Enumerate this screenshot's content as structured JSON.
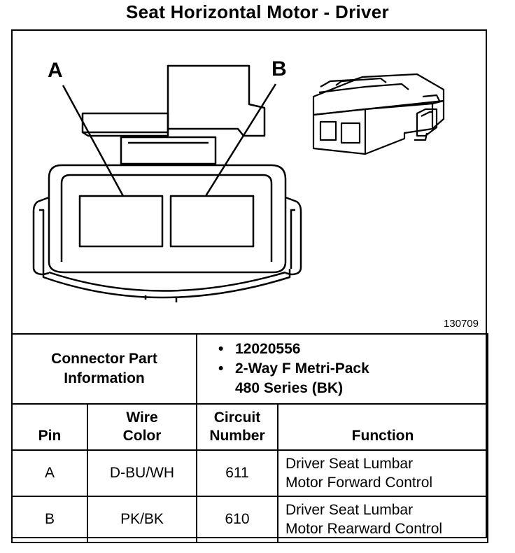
{
  "title": "Seat Horizontal Motor - Driver",
  "figure_number": "130709",
  "pin_labels": {
    "a": "A",
    "b": "B"
  },
  "connector_info": {
    "label_line1": "Connector Part",
    "label_line2": "Information",
    "part_number": "12020556",
    "description_line1": "2-Way F Metri-Pack",
    "description_line2": "480 Series (BK)"
  },
  "table": {
    "headers": {
      "pin": "Pin",
      "wire_color_line1": "Wire",
      "wire_color_line2": "Color",
      "circuit_line1": "Circuit",
      "circuit_line2": "Number",
      "function": "Function"
    },
    "rows": [
      {
        "pin": "A",
        "wire_color": "D-BU/WH",
        "circuit": "611",
        "function_line1": "Driver Seat Lumbar",
        "function_line2": "Motor Forward Control"
      },
      {
        "pin": "B",
        "wire_color": "PK/BK",
        "circuit": "610",
        "function_line1": "Driver Seat Lumbar",
        "function_line2": "Motor Rearward Control"
      }
    ]
  }
}
